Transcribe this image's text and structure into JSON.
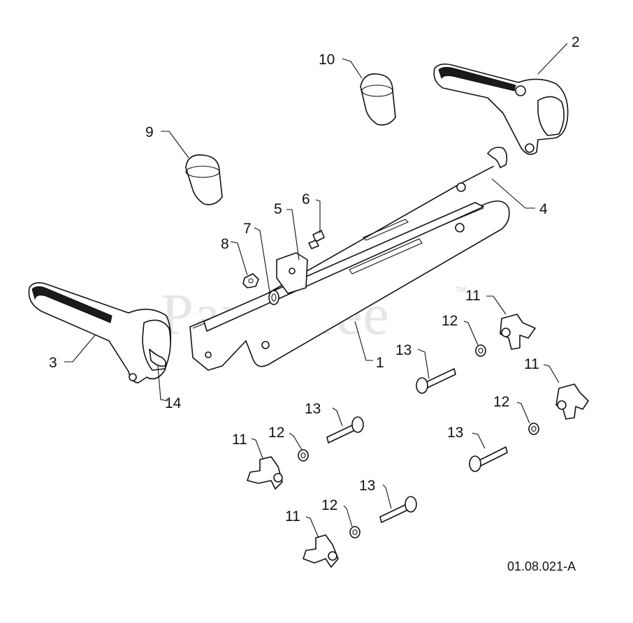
{
  "watermark": {
    "text": "PartsTree",
    "trademark": "TM"
  },
  "drawing_number": "01.08.021-A",
  "callouts": [
    {
      "id": "c1",
      "label": "1"
    },
    {
      "id": "c2",
      "label": "2"
    },
    {
      "id": "c3",
      "label": "3"
    },
    {
      "id": "c4",
      "label": "4"
    },
    {
      "id": "c5",
      "label": "5"
    },
    {
      "id": "c6",
      "label": "6"
    },
    {
      "id": "c7",
      "label": "7"
    },
    {
      "id": "c8",
      "label": "8"
    },
    {
      "id": "c9",
      "label": "9"
    },
    {
      "id": "c10",
      "label": "10"
    },
    {
      "id": "c11a",
      "label": "11"
    },
    {
      "id": "c11b",
      "label": "11"
    },
    {
      "id": "c11c",
      "label": "11"
    },
    {
      "id": "c11d",
      "label": "11"
    },
    {
      "id": "c12a",
      "label": "12"
    },
    {
      "id": "c12b",
      "label": "12"
    },
    {
      "id": "c12c",
      "label": "12"
    },
    {
      "id": "c12d",
      "label": "12"
    },
    {
      "id": "c13a",
      "label": "13"
    },
    {
      "id": "c13b",
      "label": "13"
    },
    {
      "id": "c13c",
      "label": "13"
    },
    {
      "id": "c13d",
      "label": "13"
    },
    {
      "id": "c14",
      "label": "14"
    }
  ]
}
